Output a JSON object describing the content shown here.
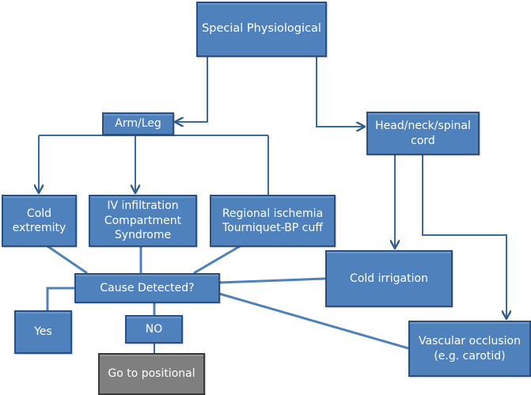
{
  "diagram": {
    "type": "flowchart",
    "nodes": {
      "root": "Special Physiological",
      "arm_leg": "Arm/Leg",
      "head_neck": "Head/neck/spinal\ncord",
      "cold_extremity": "Cold\nextremity",
      "iv_infiltration": "IV infiltration\nCompartment\nSyndrome",
      "regional_ischemia": "Regional ischemia\nTourniquet-BP cuff",
      "cold_irrigation": "Cold irrigation",
      "cause_detected": "Cause Detected?",
      "yes": "Yes",
      "no": "NO",
      "go_positional": "Go to positional",
      "vascular_occlusion": "Vascular occlusion\n(e.g. carotid)"
    },
    "edges": [
      {
        "from": "root",
        "to": "arm_leg",
        "arrow": true
      },
      {
        "from": "root",
        "to": "head_neck",
        "arrow": true
      },
      {
        "from": "arm_leg",
        "to": "cold_extremity",
        "arrow": true
      },
      {
        "from": "arm_leg",
        "to": "iv_infiltration",
        "arrow": true
      },
      {
        "from": "arm_leg",
        "to": "regional_ischemia",
        "arrow": false
      },
      {
        "from": "head_neck",
        "to": "cold_irrigation",
        "arrow": true
      },
      {
        "from": "head_neck",
        "to": "vascular_occlusion",
        "arrow": true
      },
      {
        "from": "cold_extremity",
        "to": "cause_detected",
        "arrow": false
      },
      {
        "from": "iv_infiltration",
        "to": "cause_detected",
        "arrow": false
      },
      {
        "from": "regional_ischemia",
        "to": "cause_detected",
        "arrow": false
      },
      {
        "from": "cold_irrigation",
        "to": "cause_detected",
        "arrow": false
      },
      {
        "from": "vascular_occlusion",
        "to": "cause_detected",
        "arrow": false
      },
      {
        "from": "cause_detected",
        "to": "yes",
        "arrow": false
      },
      {
        "from": "cause_detected",
        "to": "no",
        "arrow": false
      },
      {
        "from": "no",
        "to": "go_positional",
        "arrow": false
      }
    ],
    "colors": {
      "node_fill": "#4f81bd",
      "node_border": "#2b4f7f",
      "terminal_fill": "#7f7f7f",
      "connector": "#4f81bd",
      "arrow_connector": "#2f5b8f",
      "text": "#ffffff"
    }
  }
}
